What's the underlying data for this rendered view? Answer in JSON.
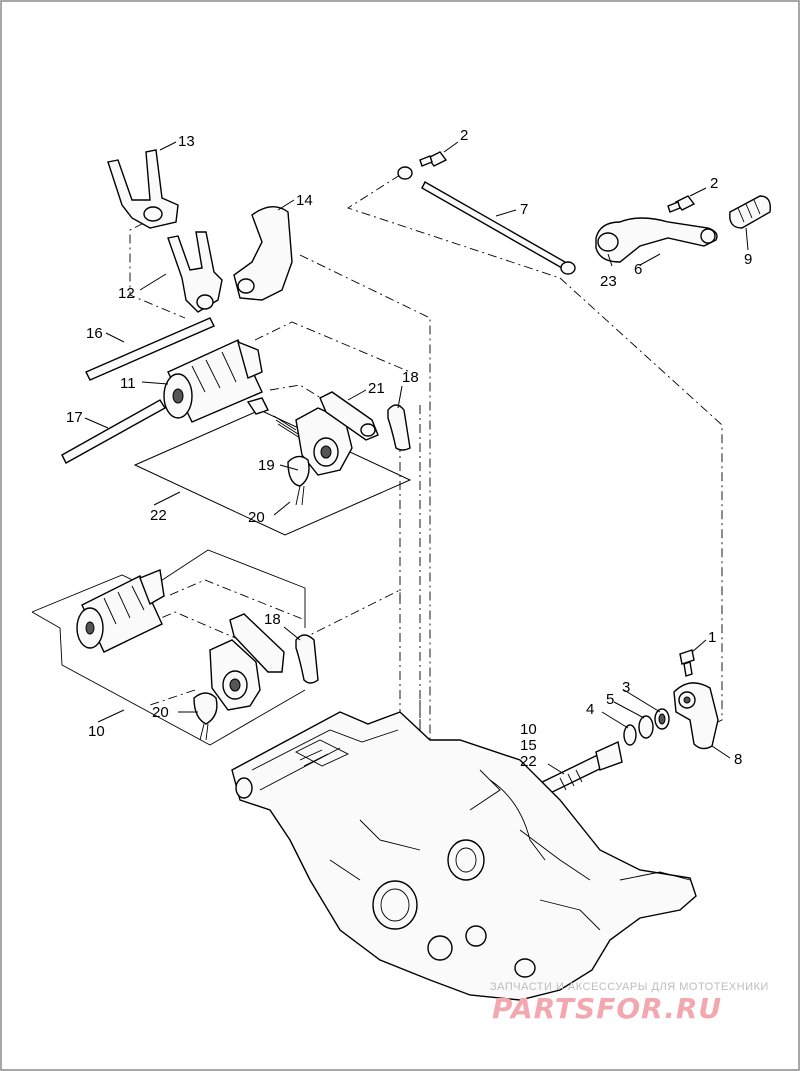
{
  "diagram": {
    "callouts": [
      {
        "id": "c1",
        "text": "1"
      },
      {
        "id": "c2a",
        "text": "2"
      },
      {
        "id": "c2b",
        "text": "2"
      },
      {
        "id": "c3",
        "text": "3"
      },
      {
        "id": "c4",
        "text": "4"
      },
      {
        "id": "c5",
        "text": "5"
      },
      {
        "id": "c6",
        "text": "6"
      },
      {
        "id": "c7",
        "text": "7"
      },
      {
        "id": "c8",
        "text": "8"
      },
      {
        "id": "c9",
        "text": "9"
      },
      {
        "id": "c10a",
        "text": "10"
      },
      {
        "id": "c10b",
        "text": "10"
      },
      {
        "id": "c11",
        "text": "11"
      },
      {
        "id": "c12",
        "text": "12"
      },
      {
        "id": "c13",
        "text": "13"
      },
      {
        "id": "c14",
        "text": "14"
      },
      {
        "id": "c15",
        "text": "15"
      },
      {
        "id": "c16",
        "text": "16"
      },
      {
        "id": "c17",
        "text": "17"
      },
      {
        "id": "c18a",
        "text": "18"
      },
      {
        "id": "c18b",
        "text": "18"
      },
      {
        "id": "c19",
        "text": "19"
      },
      {
        "id": "c20a",
        "text": "20"
      },
      {
        "id": "c20b",
        "text": "20"
      },
      {
        "id": "c21",
        "text": "21"
      },
      {
        "id": "c22a",
        "text": "22"
      },
      {
        "id": "c22b",
        "text": "22"
      },
      {
        "id": "c23",
        "text": "23"
      }
    ]
  },
  "watermark": {
    "tagline": "ЗАПЧАСТИ И АКСЕССУАРЫ ДЛЯ МОТОТЕХНИКИ",
    "logo": "PARTSFOR.RU",
    "color": "#f2a8ae"
  },
  "colors": {
    "ink": "#000000",
    "background": "#ffffff",
    "border": "#8a8a8a"
  }
}
